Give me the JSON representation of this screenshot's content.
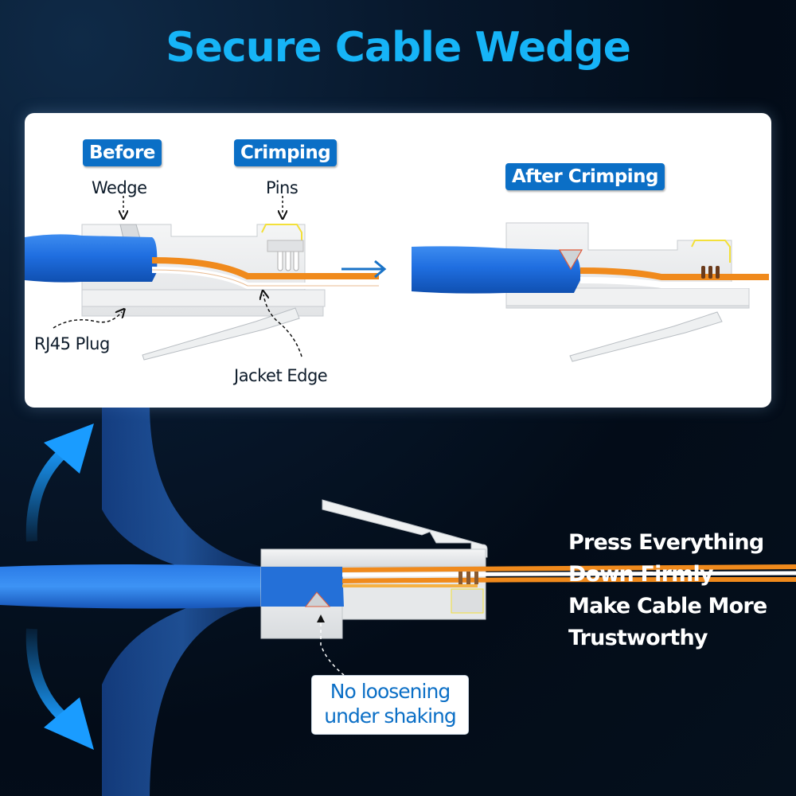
{
  "title": "Secure Cable Wedge",
  "panel": {
    "tags": {
      "before": "Before",
      "crimping": "Crimping",
      "after_crimping": "After Crimping"
    },
    "labels": {
      "wedge": "Wedge",
      "pins": "Pins",
      "rj45_plug": "RJ45 Plug",
      "jacket_edge": "Jacket Edge"
    }
  },
  "callout": {
    "line1": "No loosening",
    "line2": "under shaking"
  },
  "side_text": {
    "lines": [
      "Press Everything",
      "Down Firmly",
      "Make Cable More",
      "Trustworthy"
    ]
  },
  "colors": {
    "title": "#16b4f7",
    "tag_bg": "#0b6fc6",
    "cable_blue": "#1e6fd9",
    "wire_orange": "#f08a1c",
    "pin_yellow": "#f3e03a",
    "arrow_blue": "#1a9cff"
  }
}
